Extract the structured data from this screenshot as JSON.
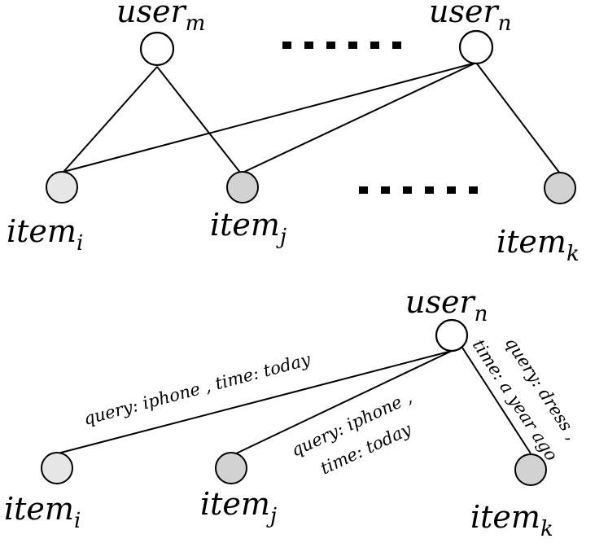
{
  "colors": {
    "user_fill": "#ffffff",
    "item_fill_light": "#e6e6e6",
    "item_fill_dark": "#d2d2d2",
    "stroke": "#000000"
  },
  "top_graph": {
    "user_m": {
      "base": "user",
      "sub": "m"
    },
    "user_n": {
      "base": "user",
      "sub": "n"
    },
    "item_i": {
      "base": "item",
      "sub": "i"
    },
    "item_j": {
      "base": "item",
      "sub": "j"
    },
    "item_k": {
      "base": "item",
      "sub": "k"
    }
  },
  "bottom_graph": {
    "user_n": {
      "base": "user",
      "sub": "n"
    },
    "item_i": {
      "base": "item",
      "sub": "i"
    },
    "item_j": {
      "base": "item",
      "sub": "j"
    },
    "item_k": {
      "base": "item",
      "sub": "k"
    },
    "edge_label_i": "query: iphone , time: today",
    "edge_label_j_line1": "query: iphone ,",
    "edge_label_j_line2": "time: today",
    "edge_label_k_line1": "query: dress ,",
    "edge_label_k_line2": "time: a year ago"
  }
}
